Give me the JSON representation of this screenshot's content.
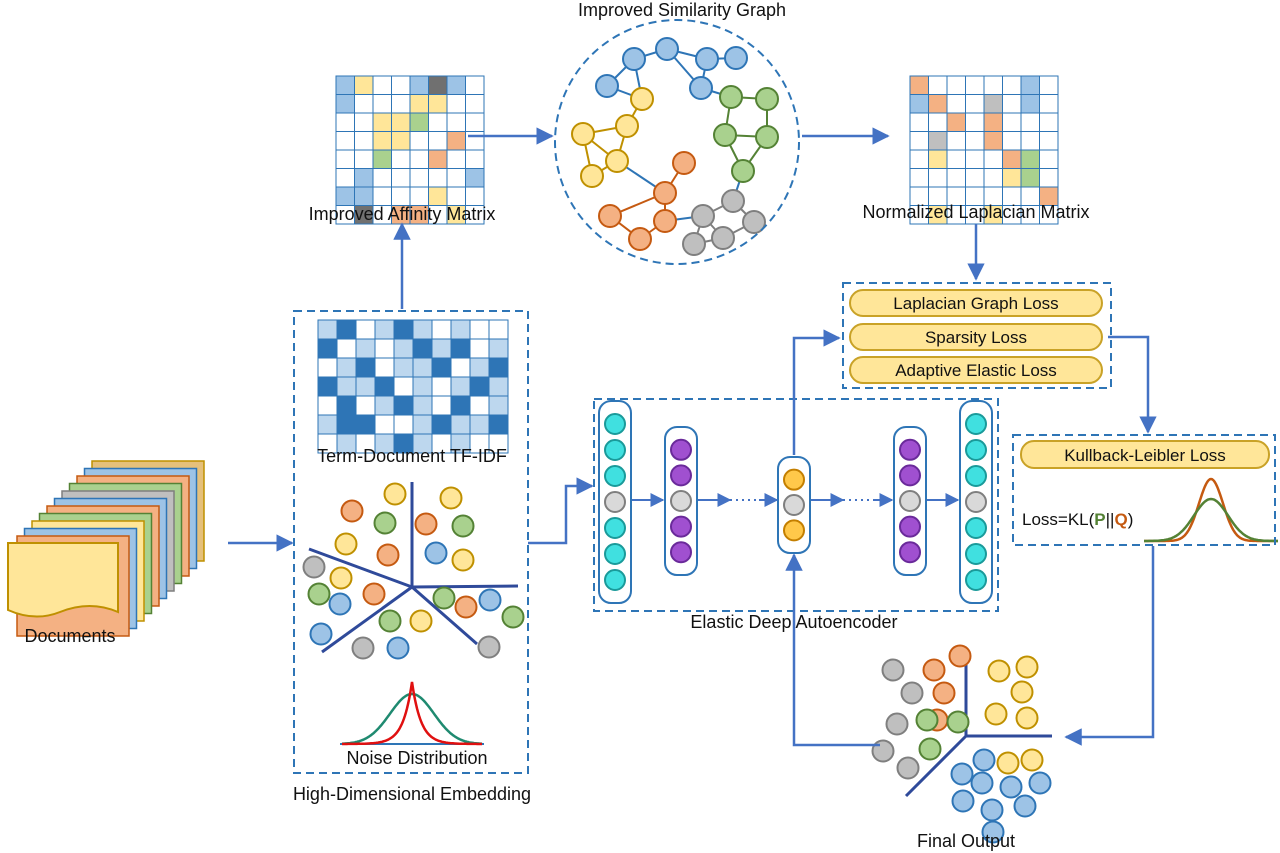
{
  "labels": {
    "documents": "Documents",
    "improved_affinity_matrix": "Improved Affinity Matrix",
    "improved_similarity_graph": "Improved Similarity Graph",
    "normalized_laplacian_matrix": "Normalized Laplacian Matrix",
    "term_document_tfidf": "Term-Document TF-IDF",
    "noise_distribution": "Noise Distribution",
    "high_dimensional_embedding": "High-Dimensional Embedding",
    "elastic_deep_autoencoder": "Elastic Deep Autoencoder",
    "final_output": "Final Output"
  },
  "losses": {
    "laplacian_graph_loss": "Laplacian Graph Loss",
    "sparsity_loss": "Sparsity Loss",
    "adaptive_elastic_loss": "Adaptive Elastic Loss",
    "kullback_leibler_loss": "Kullback-Leibler Loss"
  },
  "kl_formula": {
    "prefix": "Loss=KL(",
    "p": "P",
    "sep": "||",
    "q": "Q",
    "suffix": ")"
  },
  "colors": {
    "arrow": "#4472c4",
    "dashed_border": "#2e75b6",
    "blue": "#9dc3e6",
    "orange": "#f4b183",
    "yellow": "#ffe699",
    "green": "#a9d18e",
    "gray": "#bfbfbf",
    "cyan": "#40e0e0",
    "purple": "#a050d0",
    "p_green": "#548235",
    "q_orange": "#c55a11"
  }
}
